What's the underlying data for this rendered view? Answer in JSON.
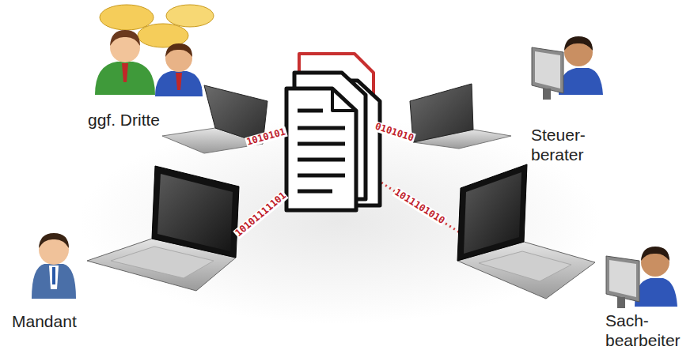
{
  "diagram": {
    "nodes": [
      {
        "text": [
          "ggf. Dritte"
        ]
      },
      {
        "text": [
          "Steuer- berater"
        ]
      },
      {
        "text": [
          "Mandant"
        ]
      },
      {
        "text": [
          "Sach- bearbeiter"
        ]
      }
    ],
    "labels": [
      "1010101",
      "0101010",
      "10101111101",
      "1011101010"
    ]
  }
}
